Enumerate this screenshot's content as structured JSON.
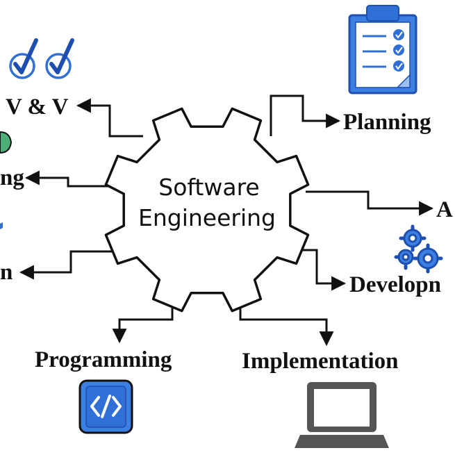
{
  "center": {
    "line1": "Software",
    "line2": "Engineering"
  },
  "branches": {
    "vv": "V & V",
    "planning": "Planning",
    "left_middle": "ng",
    "right_middle": "A",
    "left_bottom": "n",
    "development": "Developn",
    "programming": "Programming",
    "implementation": "Implementation"
  },
  "icons": {
    "checkmarks": "checkmark-icon",
    "clipboard": "clipboard-checklist-icon",
    "gears": "gears-icon",
    "code": "code-file-icon",
    "laptop": "laptop-icon"
  },
  "colors": {
    "line": "#111111",
    "gear_fill": "#ffffff",
    "icon_blue": "#2f6fd6",
    "icon_blue_dark": "#1d4fb0",
    "laptop": "#555555",
    "partial_green": "#4caf7a"
  }
}
